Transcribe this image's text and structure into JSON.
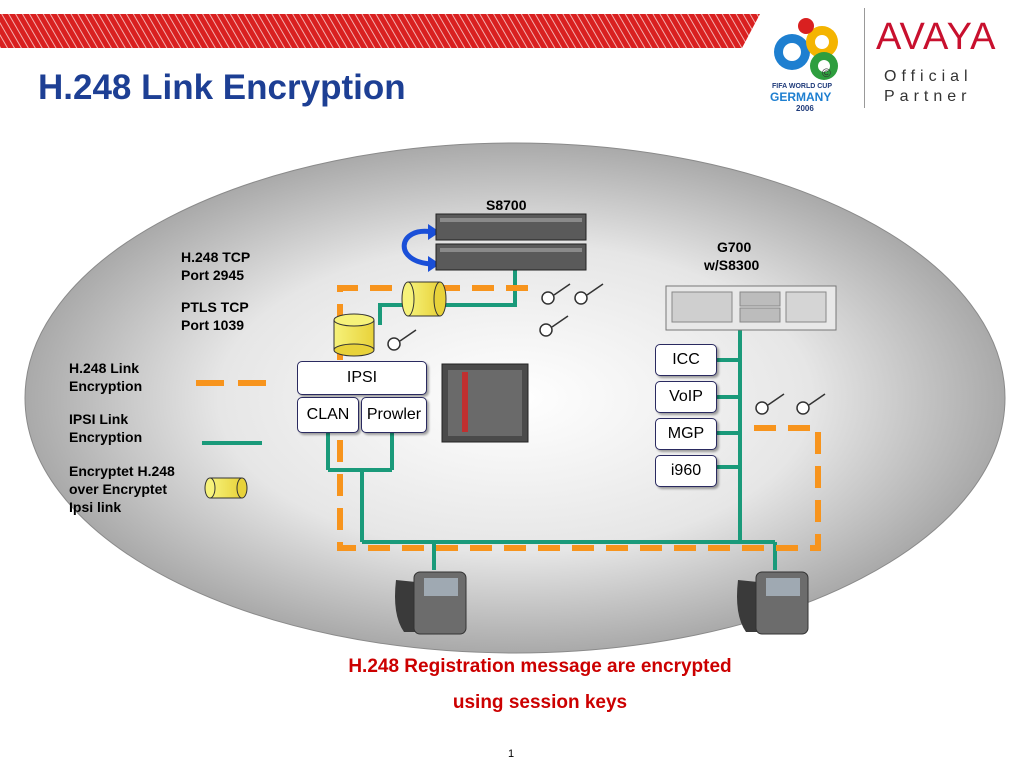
{
  "slide": {
    "title": "H.248 Link Encryption",
    "page_number": "1"
  },
  "logos": {
    "fifa_line1": "FIFA WORLD CUP",
    "fifa_line2": "GERMANY",
    "fifa_line3": "2006",
    "copyright_mark": "©",
    "avaya": "AVAYA",
    "partner_line1": "Official",
    "partner_line2": "Partner"
  },
  "diagram": {
    "s8700_label": "S8700",
    "g700_label_line1": "G700",
    "g700_label_line2": "w/S8300",
    "h248_tcp": "H.248 TCP\nPort 2945",
    "ptls_tcp": "PTLS TCP\nPort 1039",
    "ipsi": "IPSI",
    "clan": "CLAN",
    "prowler": "Prowler",
    "g700_boxes": [
      "ICC",
      "VoIP",
      "MGP",
      "i960"
    ]
  },
  "legend": {
    "h248_link": "H.248 Link\nEncryption",
    "ipsi_link": "IPSI Link\nEncryption",
    "encrypted": "Encryptet H.248\nover Encryptet\nIpsi link"
  },
  "caption": {
    "line1": "H.248 Registration message are encrypted",
    "line2": "using session keys"
  },
  "colors": {
    "title": "#1d3f94",
    "orange_dash": "#f7941d",
    "teal_line": "#1a9a7a",
    "caption": "#cc0000",
    "red_bar": "#d21f1f"
  }
}
